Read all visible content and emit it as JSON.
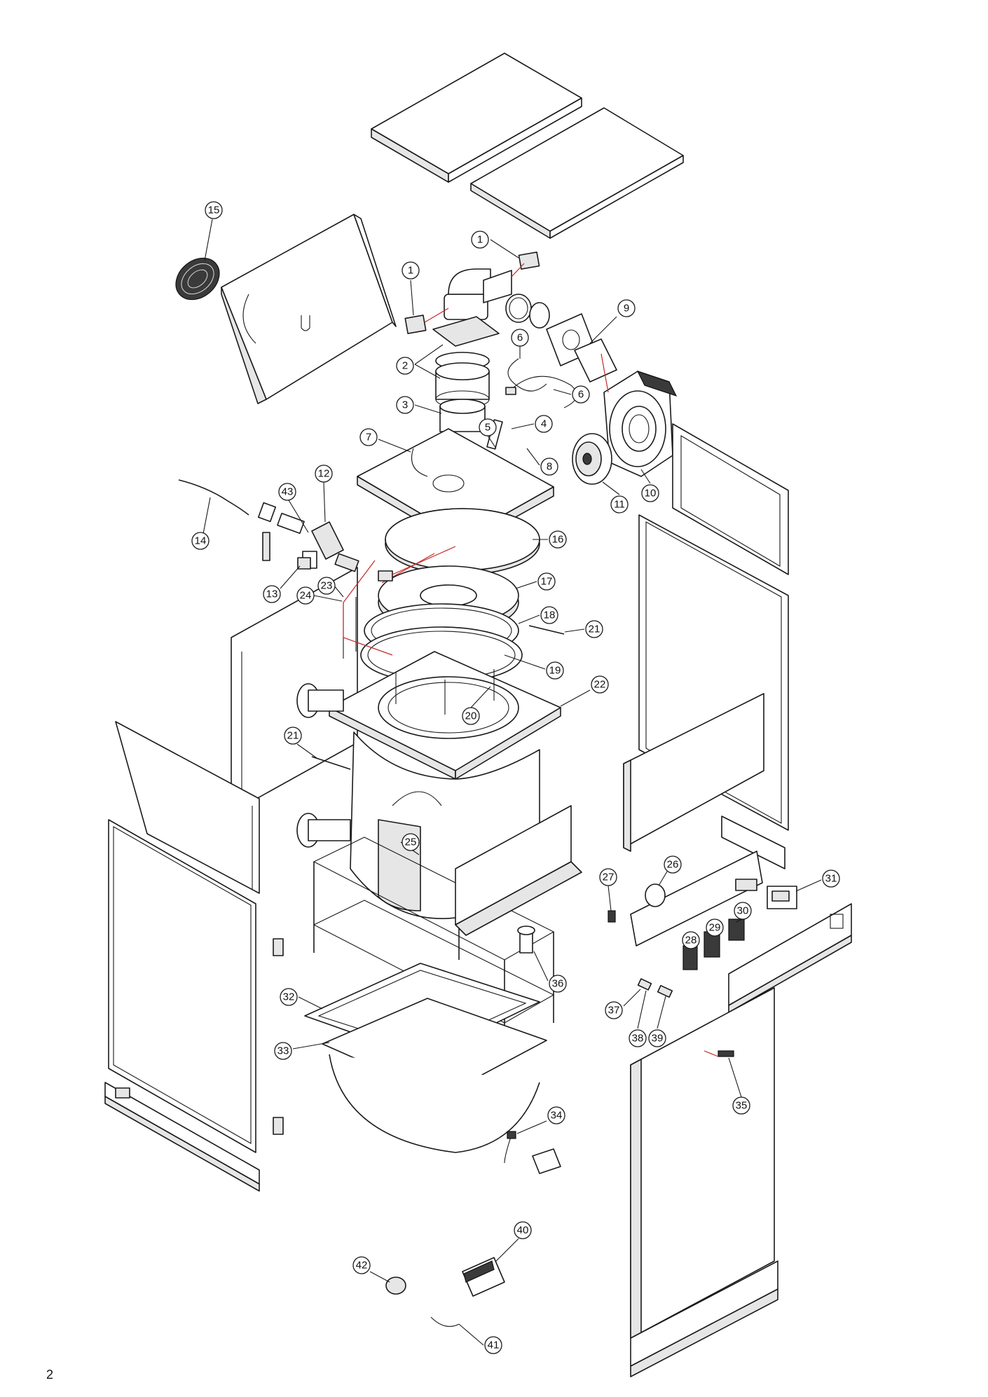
{
  "page_number": "2",
  "callouts": {
    "c1a": "1",
    "c1b": "1",
    "c2": "2",
    "c3": "3",
    "c4": "4",
    "c5": "5",
    "c6a": "6",
    "c6b": "6",
    "c7": "7",
    "c8": "8",
    "c9": "9",
    "c10": "10",
    "c11": "11",
    "c12": "12",
    "c13": "13",
    "c14": "14",
    "c15": "15",
    "c16": "16",
    "c17": "17",
    "c18": "18",
    "c19": "19",
    "c20": "20",
    "c21a": "21",
    "c21b": "21",
    "c22": "22",
    "c23": "23",
    "c24": "24",
    "c25": "25",
    "c26": "26",
    "c27": "27",
    "c28": "28",
    "c29": "29",
    "c30": "30",
    "c31": "31",
    "c32": "32",
    "c33": "33",
    "c34": "34",
    "c35": "35",
    "c36": "36",
    "c37": "37",
    "c38": "38",
    "c39": "39",
    "c40": "40",
    "c41": "41",
    "c42": "42",
    "c43": "43"
  },
  "colors": {
    "line": "#1a1a1a",
    "connector": "#c62828",
    "background": "#ffffff"
  }
}
